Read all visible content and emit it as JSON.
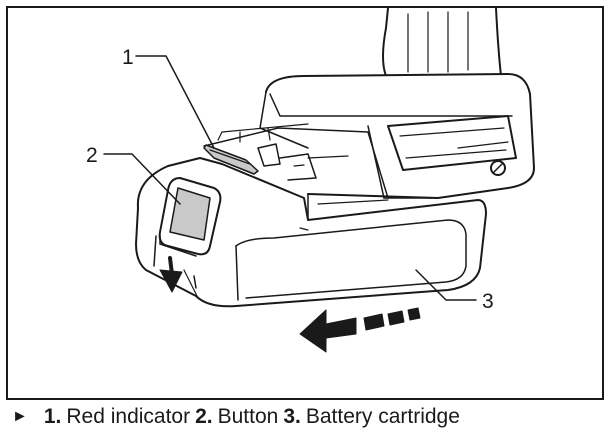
{
  "figure": {
    "callouts": [
      {
        "number": "1"
      },
      {
        "number": "2"
      },
      {
        "number": "3"
      }
    ]
  },
  "caption": {
    "marker": "►",
    "items": [
      {
        "number": "1.",
        "label": "Red indicator"
      },
      {
        "number": "2.",
        "label": "Button"
      },
      {
        "number": "3.",
        "label": "Battery cartridge"
      }
    ]
  }
}
